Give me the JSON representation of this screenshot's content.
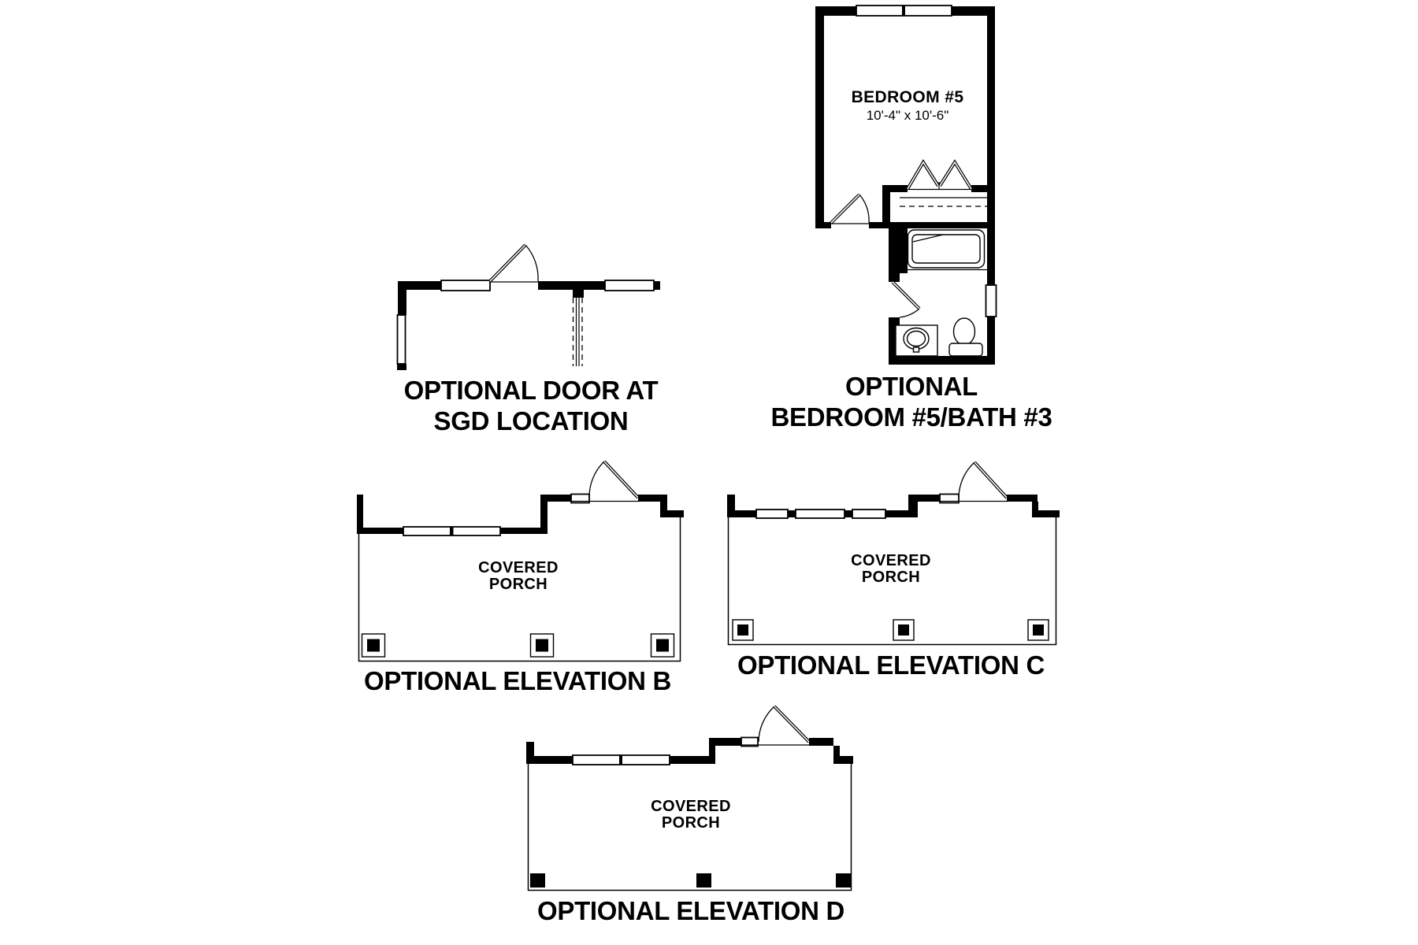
{
  "page": {
    "background": "#ffffff",
    "ink": "#000000"
  },
  "figures": {
    "sgd": {
      "caption_line1": "OPTIONAL DOOR AT",
      "caption_line2": "SGD LOCATION"
    },
    "bedroom": {
      "room_label": "BEDROOM #5",
      "room_dimensions": "10'-4\" x 10'-6\"",
      "caption_line1": "OPTIONAL",
      "caption_line2": "BEDROOM #5/BATH #3"
    },
    "elevation_b": {
      "porch_line1": "COVERED",
      "porch_line2": "PORCH",
      "caption": "OPTIONAL ELEVATION B"
    },
    "elevation_c": {
      "porch_line1": "COVERED",
      "porch_line2": "PORCH",
      "caption": "OPTIONAL ELEVATION C"
    },
    "elevation_d": {
      "porch_line1": "COVERED",
      "porch_line2": "PORCH",
      "caption": "OPTIONAL ELEVATION D"
    }
  }
}
